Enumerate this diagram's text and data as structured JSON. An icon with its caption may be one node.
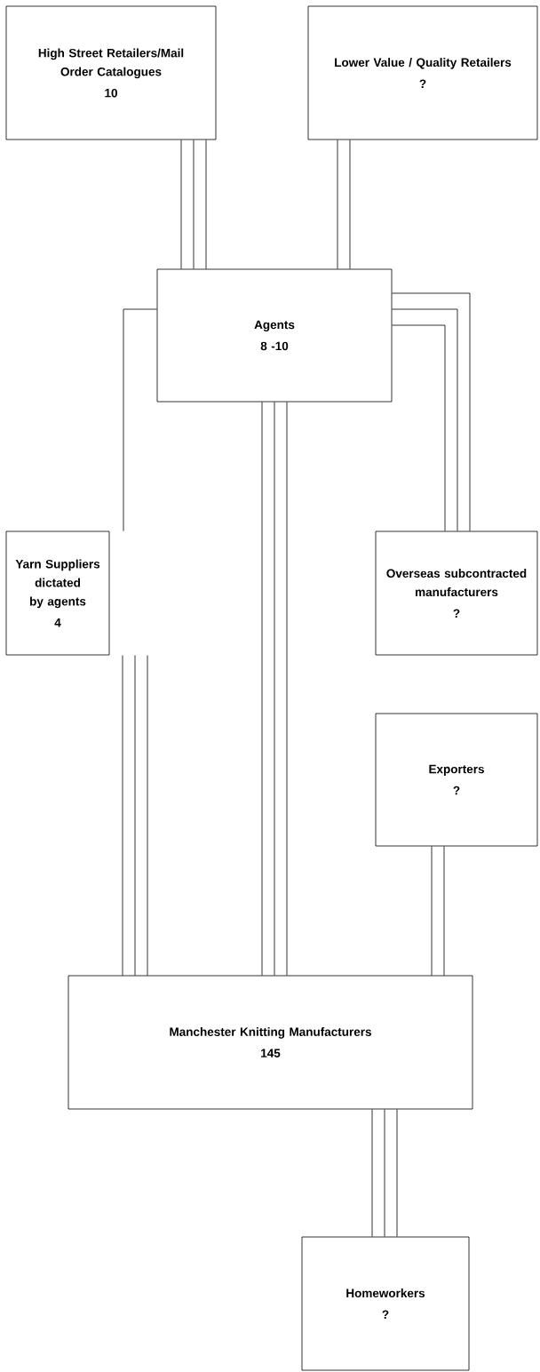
{
  "diagram": {
    "nodes": [
      {
        "text": [
          "High Street Retailers/Mail Order Catalogues",
          "10"
        ]
      },
      {
        "text": [
          "Lower Value / Quality Retailers",
          "?"
        ]
      },
      {
        "text": [
          "Agents",
          "8 -10"
        ]
      },
      {
        "text": [
          "Yarn Suppliers dictated by agents",
          "4"
        ]
      },
      {
        "text": [
          "Overseas subcontracted manufacturers",
          "?"
        ]
      },
      {
        "text": [
          "Exporters",
          "?"
        ]
      },
      {
        "text": [
          "Manchester Knitting Manufacturers",
          "145"
        ]
      },
      {
        "text": [
          "Homeworkers",
          "?"
        ]
      }
    ],
    "edges": [
      {
        "from": 0,
        "to": 2,
        "arrow": "none"
      },
      {
        "from": 1,
        "to": 2,
        "arrow": "none"
      },
      {
        "from": 2,
        "to": 3,
        "arrow": "none"
      },
      {
        "from": 2,
        "to": 4,
        "arrow": "none"
      },
      {
        "from": 2,
        "to": 6,
        "arrow": "none"
      },
      {
        "from": 3,
        "to": 6,
        "arrow": "none"
      },
      {
        "from": 5,
        "to": 6,
        "arrow": "none"
      },
      {
        "from": 6,
        "to": 7,
        "arrow": "none"
      }
    ]
  }
}
